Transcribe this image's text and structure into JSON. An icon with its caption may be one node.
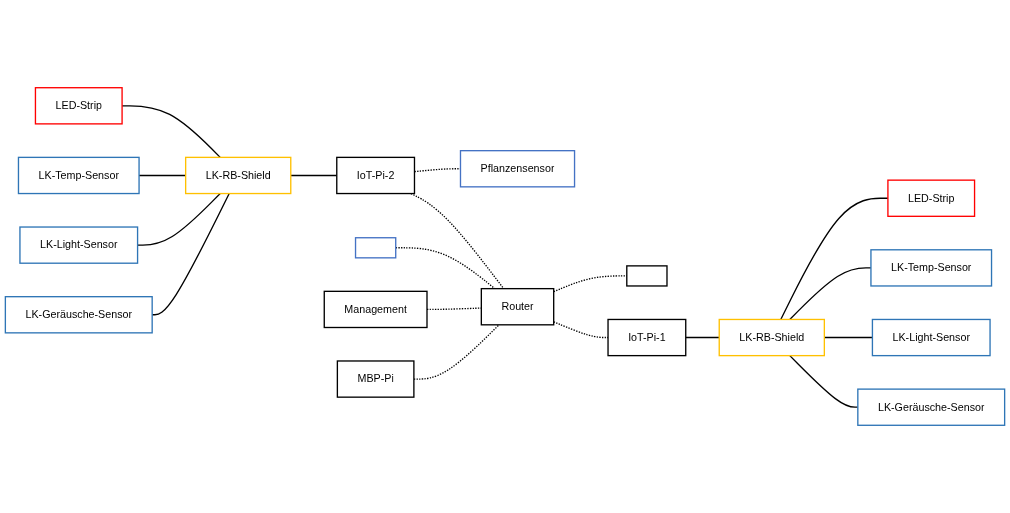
{
  "diagram": {
    "nodes": [
      {
        "text": [
          "LED-Strip"
        ]
      },
      {
        "text": [
          "LK-Temp-Sensor"
        ]
      },
      {
        "text": [
          "LK-RB-Shield"
        ]
      },
      {
        "text": [
          "LK-Light-Sensor"
        ]
      },
      {
        "text": [
          "LK-Geräusche-Sensor"
        ]
      },
      {
        "text": [
          "IoT-Pi-2"
        ]
      },
      {
        "text": [
          "Pflanzensensor"
        ]
      },
      {
        "text": [],
        "shape": "box"
      },
      {
        "text": [
          "Management"
        ]
      },
      {
        "text": [
          "MBP-Pi"
        ]
      },
      {
        "text": [
          "Router"
        ]
      },
      {
        "text": [],
        "shape": "box"
      },
      {
        "text": [
          "IoT-Pi-1"
        ]
      },
      {
        "text": [
          "LED-Strip"
        ]
      },
      {
        "text": [
          "LK-Temp-Sensor"
        ]
      },
      {
        "text": [
          "LK-RB-Shield"
        ]
      },
      {
        "text": [
          "LK-Light-Sensor"
        ]
      },
      {
        "text": [
          "LK-Geräusche-Sensor"
        ]
      }
    ],
    "edges": [
      {
        "from": 0,
        "to": 2,
        "arrow": "none"
      },
      {
        "from": 1,
        "to": 2,
        "arrow": "none"
      },
      {
        "from": 3,
        "to": 2,
        "arrow": "none"
      },
      {
        "from": 4,
        "to": 2,
        "arrow": "none"
      },
      {
        "from": 2,
        "to": 5,
        "arrow": "none"
      },
      {
        "from": 5,
        "to": 6,
        "arrow": "none",
        "style": "dashed"
      },
      {
        "from": 5,
        "to": 10,
        "arrow": "none",
        "style": "dashed"
      },
      {
        "from": 7,
        "to": 10,
        "arrow": "none",
        "style": "dashed"
      },
      {
        "from": 8,
        "to": 10,
        "arrow": "none",
        "style": "dashed"
      },
      {
        "from": 9,
        "to": 10,
        "arrow": "none",
        "style": "dashed"
      },
      {
        "from": 10,
        "to": 11,
        "arrow": "none",
        "style": "dashed"
      },
      {
        "from": 10,
        "to": 12,
        "arrow": "none",
        "style": "dashed"
      },
      {
        "from": 12,
        "to": 15,
        "arrow": "none"
      },
      {
        "from": 15,
        "to": 13,
        "arrow": "none"
      },
      {
        "from": 15,
        "to": 14,
        "arrow": "none"
      },
      {
        "from": 15,
        "to": 16,
        "arrow": "none"
      },
      {
        "from": 15,
        "to": 17,
        "arrow": "none"
      }
    ]
  }
}
